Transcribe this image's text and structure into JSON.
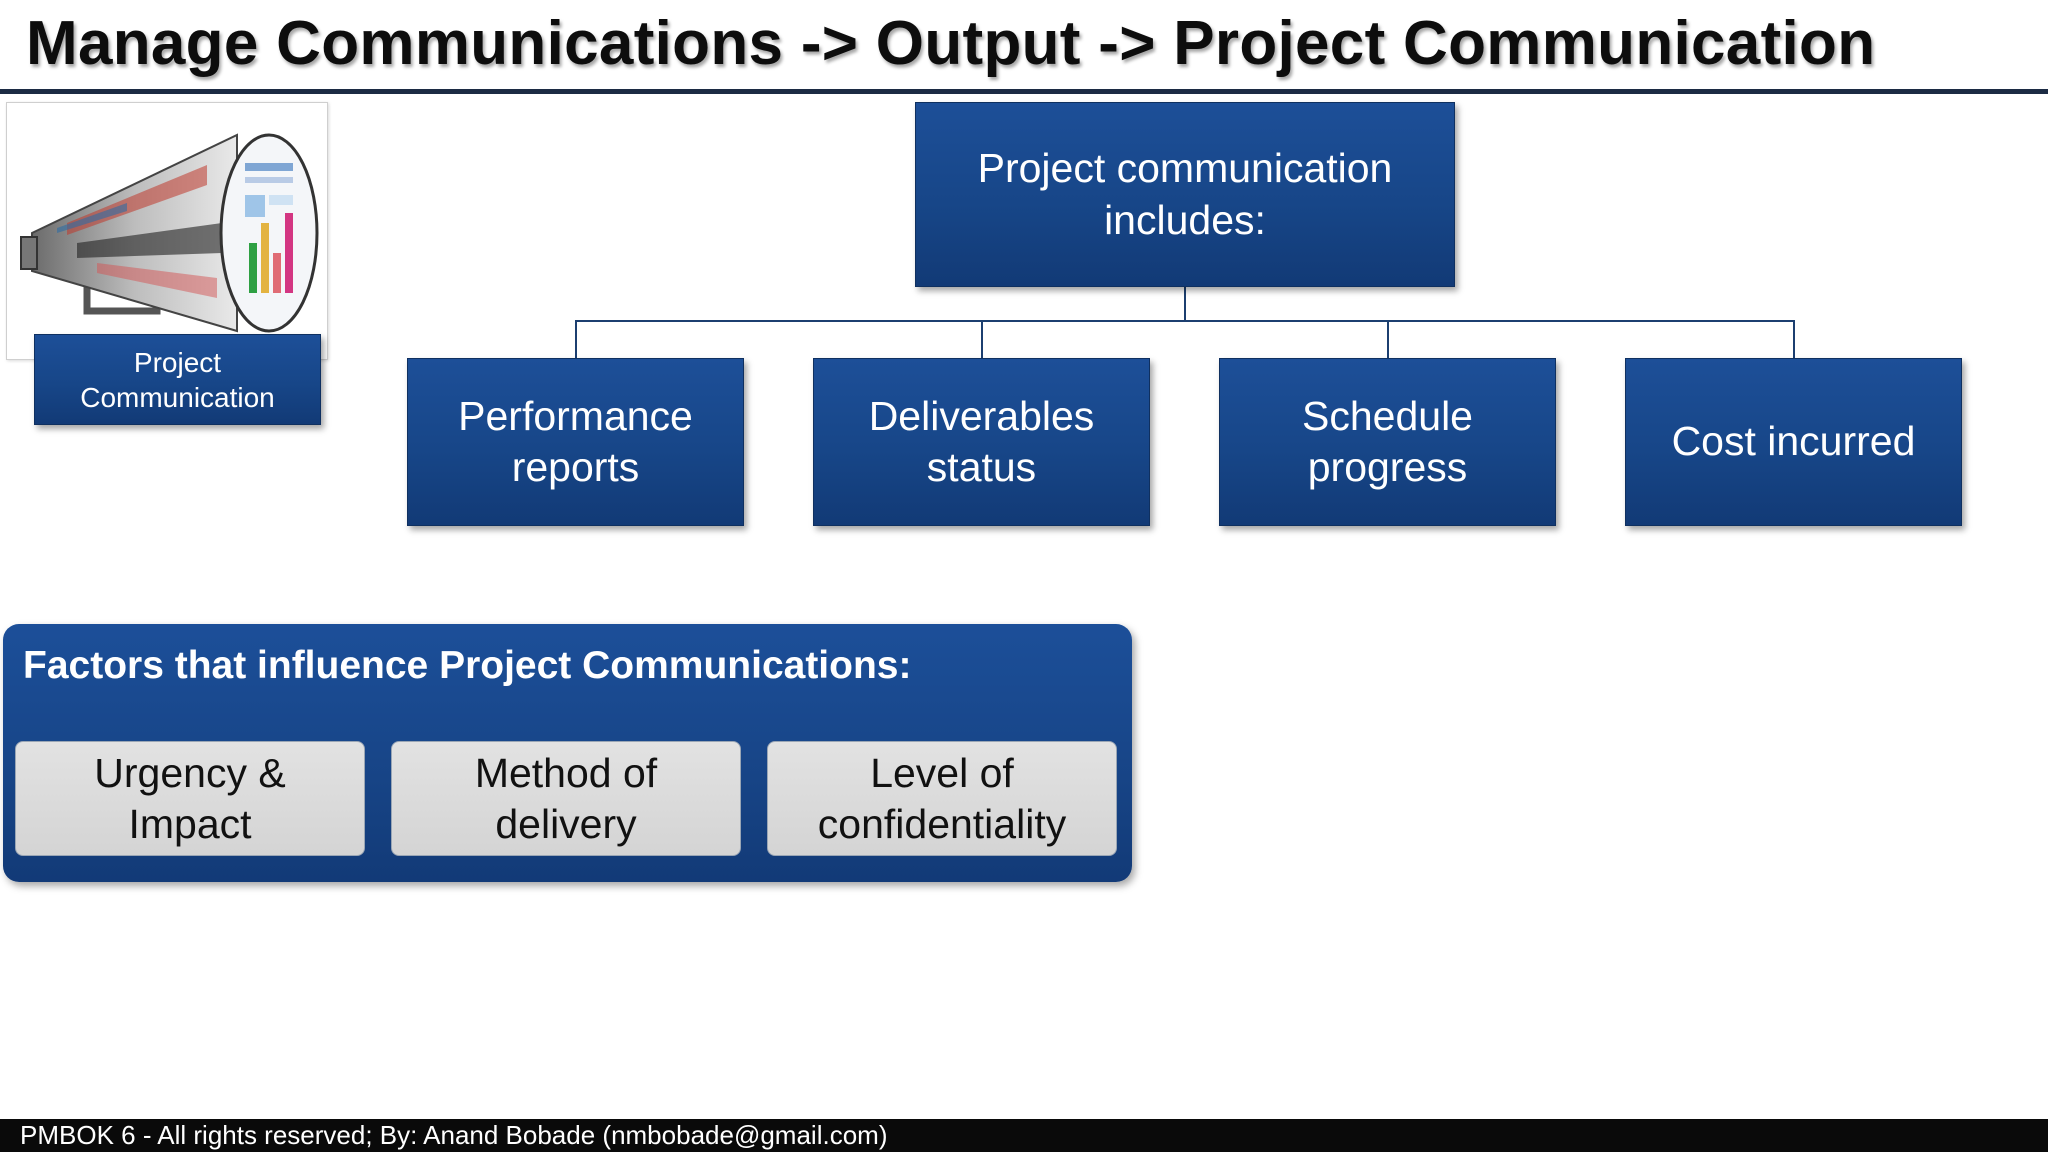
{
  "slide": {
    "title": "Manage Communications -> Output -> Project Communication",
    "footer": "PMBOK 6 - All rights reserved; By: Anand Bobade (nmbobade@gmail.com)"
  },
  "thumbnail": {
    "icon": "megaphone-communication-icon",
    "caption": "Project\nCommunication"
  },
  "hierarchy": {
    "root": "Project communication\nincludes:",
    "children": [
      "Performance\nreports",
      "Deliverables\nstatus",
      "Schedule\nprogress",
      "Cost incurred"
    ]
  },
  "factors": {
    "title": "Factors that influence Project Communications:",
    "items": [
      "Urgency &\nImpact",
      "Method of\ndelivery",
      "Level of\nconfidentiality"
    ]
  },
  "colors": {
    "box_blue": "#174688",
    "factor_grey": "#d9d9d9",
    "title_rule": "#1c2b44",
    "footer_bg": "#0a0a0a"
  }
}
